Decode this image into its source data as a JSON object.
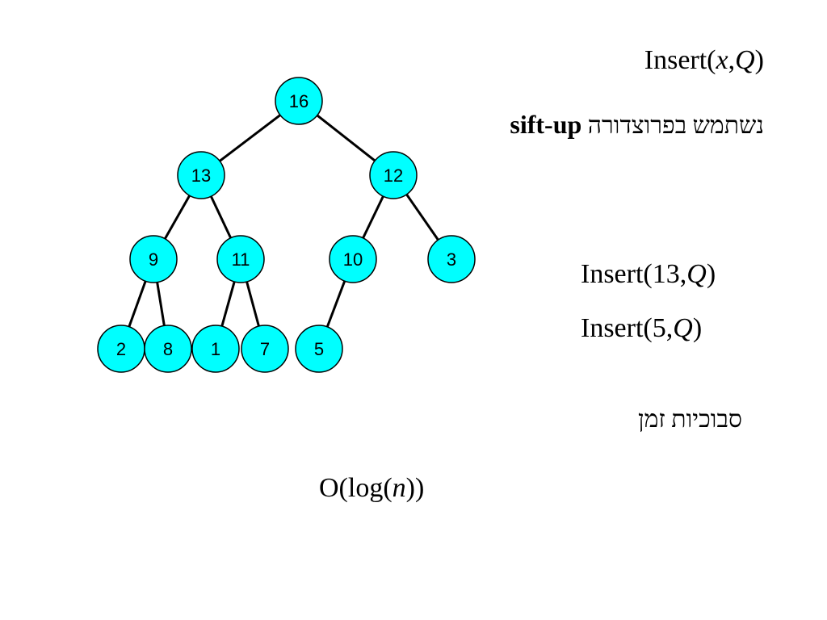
{
  "title": {
    "prefix": "Insert(",
    "x": "x",
    "comma": ",",
    "q": "Q",
    "suffix": ")"
  },
  "subtitle": {
    "hebrew": "נשתמש בפרוצדורה",
    "procedure": "sift-up"
  },
  "examples": [
    {
      "prefix": "Insert(13,",
      "q": "Q",
      "suffix": ")"
    },
    {
      "prefix": "Insert(5,",
      "q": "Q",
      "suffix": ")"
    }
  ],
  "complexity": {
    "label": "סבוכיות זמן",
    "prefix": "O(log(",
    "n": "n",
    "suffix": "))"
  },
  "heap": {
    "node_color": "#00FFFF",
    "nodes": [
      {
        "id": "n16",
        "value": "16"
      },
      {
        "id": "n13",
        "value": "13"
      },
      {
        "id": "n12",
        "value": "12"
      },
      {
        "id": "n9",
        "value": "9"
      },
      {
        "id": "n11",
        "value": "11"
      },
      {
        "id": "n10",
        "value": "10"
      },
      {
        "id": "n3",
        "value": "3"
      },
      {
        "id": "n2",
        "value": "2"
      },
      {
        "id": "n8",
        "value": "8"
      },
      {
        "id": "n1",
        "value": "1"
      },
      {
        "id": "n7",
        "value": "7"
      },
      {
        "id": "n5",
        "value": "5"
      }
    ],
    "edges": [
      [
        "n16",
        "n13"
      ],
      [
        "n16",
        "n12"
      ],
      [
        "n13",
        "n9"
      ],
      [
        "n13",
        "n11"
      ],
      [
        "n12",
        "n10"
      ],
      [
        "n12",
        "n3"
      ],
      [
        "n9",
        "n2"
      ],
      [
        "n9",
        "n8"
      ],
      [
        "n11",
        "n1"
      ],
      [
        "n11",
        "n7"
      ],
      [
        "n10",
        "n5"
      ]
    ]
  }
}
